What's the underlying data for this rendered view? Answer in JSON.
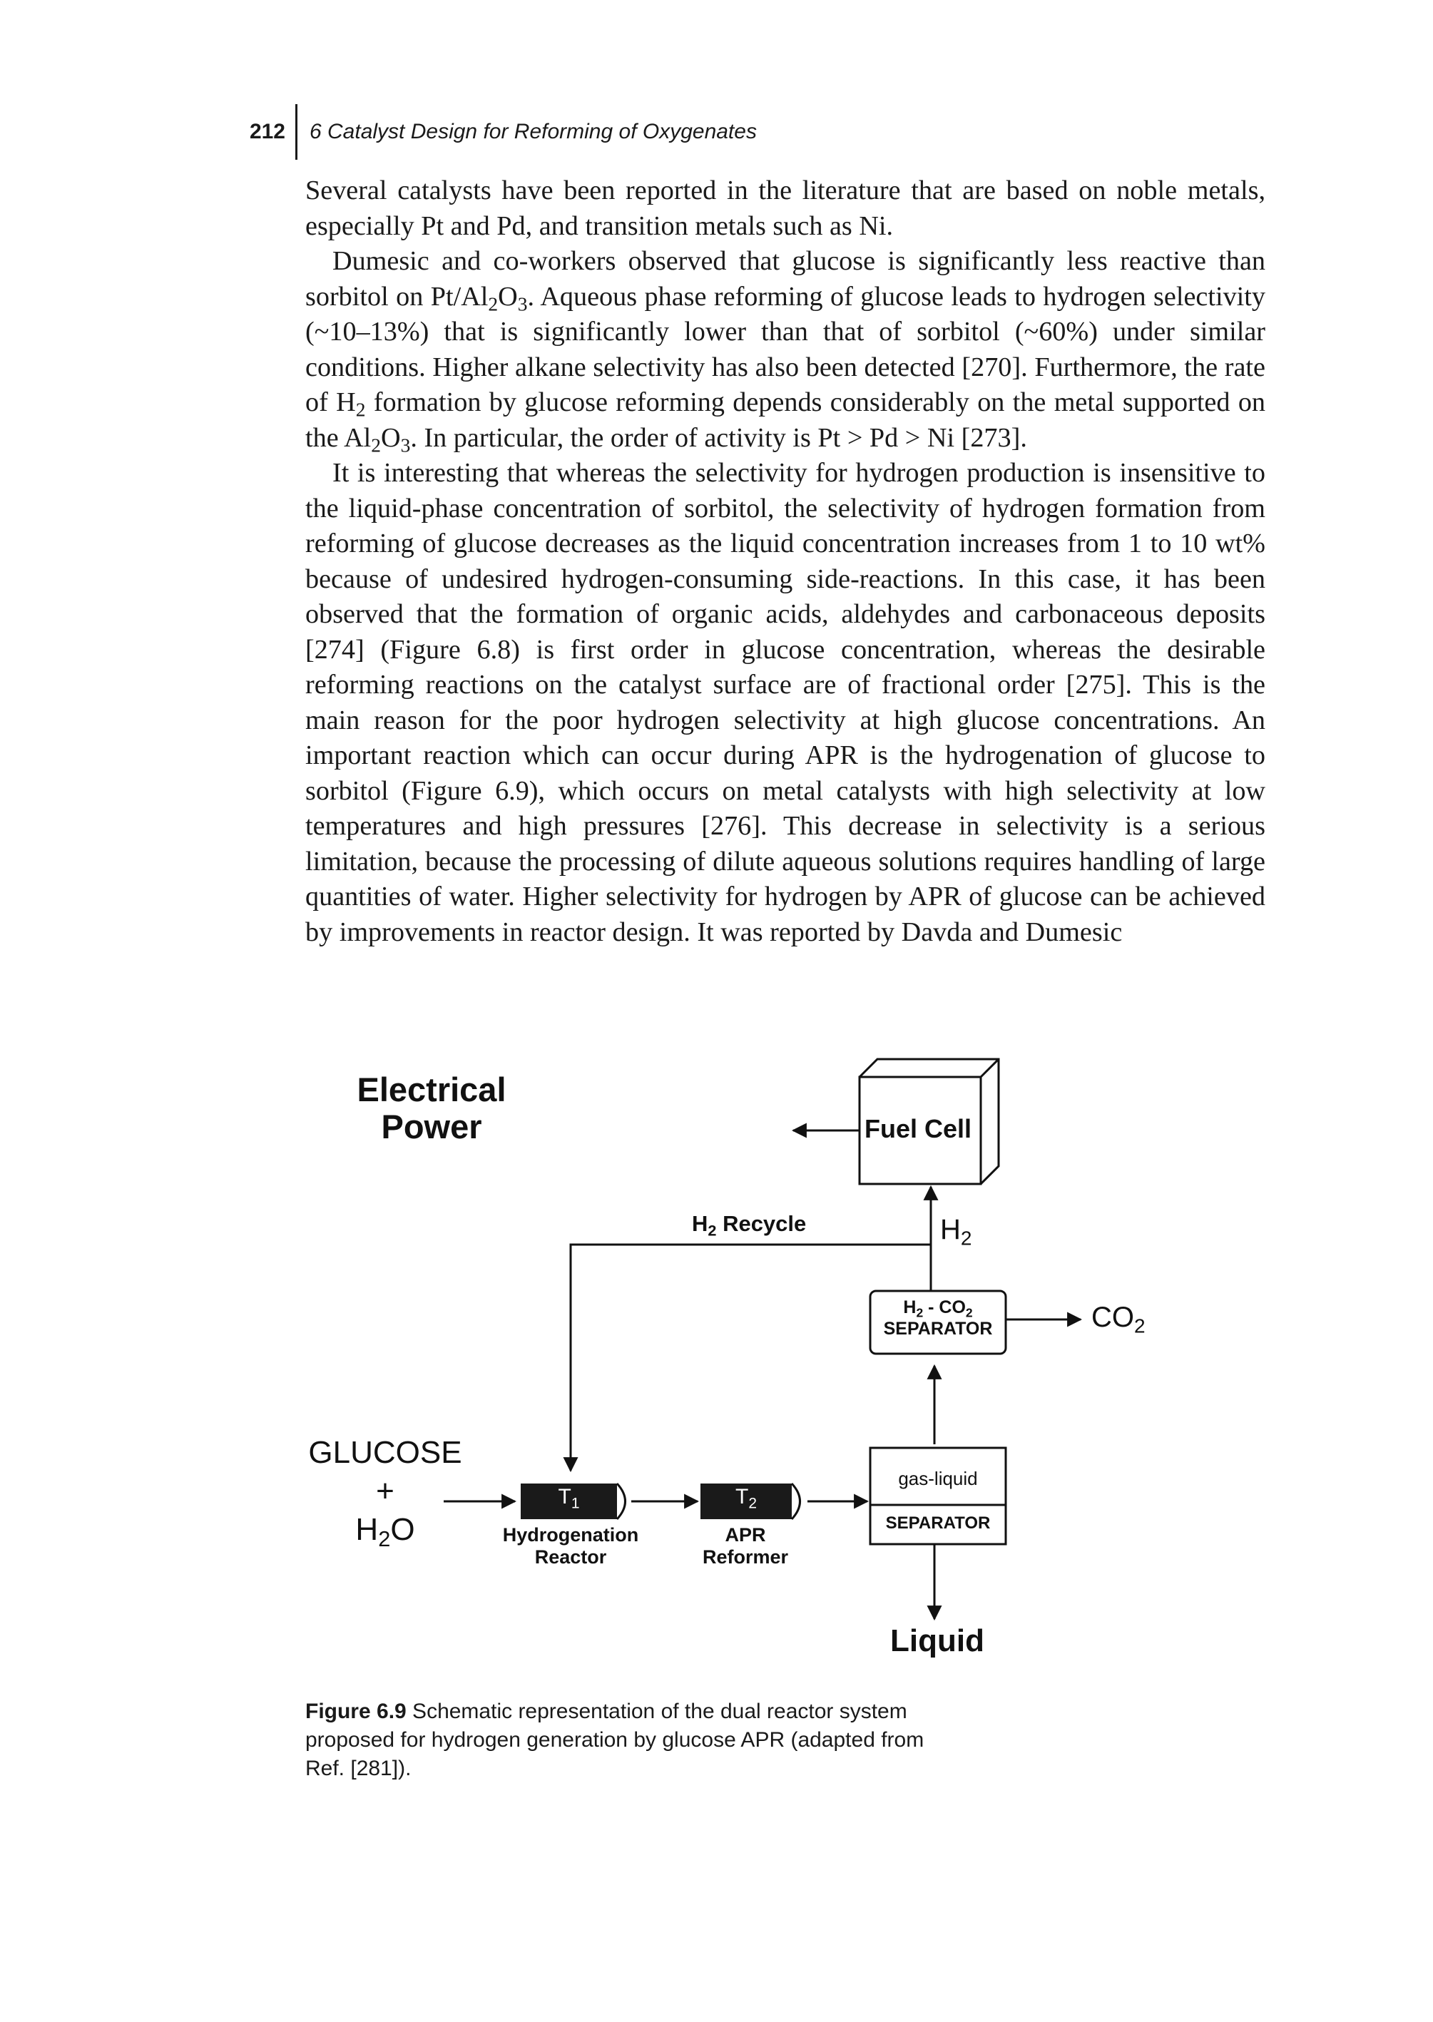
{
  "header": {
    "page_number": "212",
    "chapter_title": "6 Catalyst Design for Reforming of Oxygenates"
  },
  "body": {
    "p1": "Several catalysts have been reported in the literature that are based on noble metals, especially Pt and Pd, and transition metals such as Ni.",
    "p2": {
      "a": "Dumesic and co-workers observed that glucose is significantly less reactive than sorbitol on Pt/Al",
      "sub1": "2",
      "b": "O",
      "sub2": "3",
      "c": ". Aqueous phase reforming of glucose leads to hydrogen selectivity (~10–13%) that is significantly lower than that of sorbitol (~60%) under similar conditions. Higher alkane selectivity has also been detected [270]. Furthermore, the rate of H",
      "sub3": "2",
      "d": " formation by glucose reforming depends considerably on the metal supported on the Al",
      "sub4": "2",
      "e": "O",
      "sub5": "3",
      "f": ". In particular, the order of activity is Pt > Pd > Ni [273]."
    },
    "p3": "It is interesting that whereas the selectivity for hydrogen production is insensitive to the liquid-phase concentration of sorbitol, the selectivity of hydrogen formation from reforming of glucose decreases as the liquid concentration increases from 1 to 10 wt% because of undesired hydrogen-consuming side-reactions. In this case, it has been observed that the formation of organic acids, aldehydes and carbonaceous deposits [274] (Figure 6.8) is first order in glucose concentration, whereas the desirable reforming reactions on the catalyst surface are of fractional order [275]. This is the main reason for the poor hydrogen selectivity at high glucose concentrations. An important reaction which can occur during APR is the hydrogenation of glucose to sorbitol (Figure 6.9), which occurs on metal catalysts with high selectivity at low temperatures and high pressures [276]. This decrease in selectivity is a serious limitation, because the processing of dilute aqueous solutions requires handling of large quantities of water. Higher selectivity for hydrogen by APR of glucose can be achieved by improvements in reactor design. It was reported by Davda and Dumesic"
  },
  "diagram": {
    "electrical": "Electrical",
    "power": "Power",
    "fuel_cell": "Fuel Cell",
    "h2_recycle_h": "H",
    "h2_recycle_sub": "2",
    "h2_recycle_rest": " Recycle",
    "h2_h": "H",
    "h2_sub": "2",
    "sep1_line1_a": "H",
    "sep1_line1_sub1": "2",
    "sep1_line1_b": " - CO",
    "sep1_line1_sub2": "2",
    "sep1_line2": "SEPARATOR",
    "co2_a": "CO",
    "co2_sub": "2",
    "glucose": "GLUCOSE",
    "plus": "+",
    "h2o_a": "H",
    "h2o_sub": "2",
    "h2o_b": "O",
    "t1_a": "T",
    "t1_sub": "1",
    "t2_a": "T",
    "t2_sub": "2",
    "hydrogenation": "Hydrogenation",
    "reactor": "Reactor",
    "apr": "APR",
    "reformer": "Reformer",
    "sep2_line1": "gas-liquid",
    "sep2_line2": "SEPARATOR",
    "liquid": "Liquid"
  },
  "caption": {
    "label": "Figure 6.9",
    "text": " Schematic representation of the dual reactor system proposed for hydrogen generation by glucose APR (adapted from Ref. [281])."
  }
}
